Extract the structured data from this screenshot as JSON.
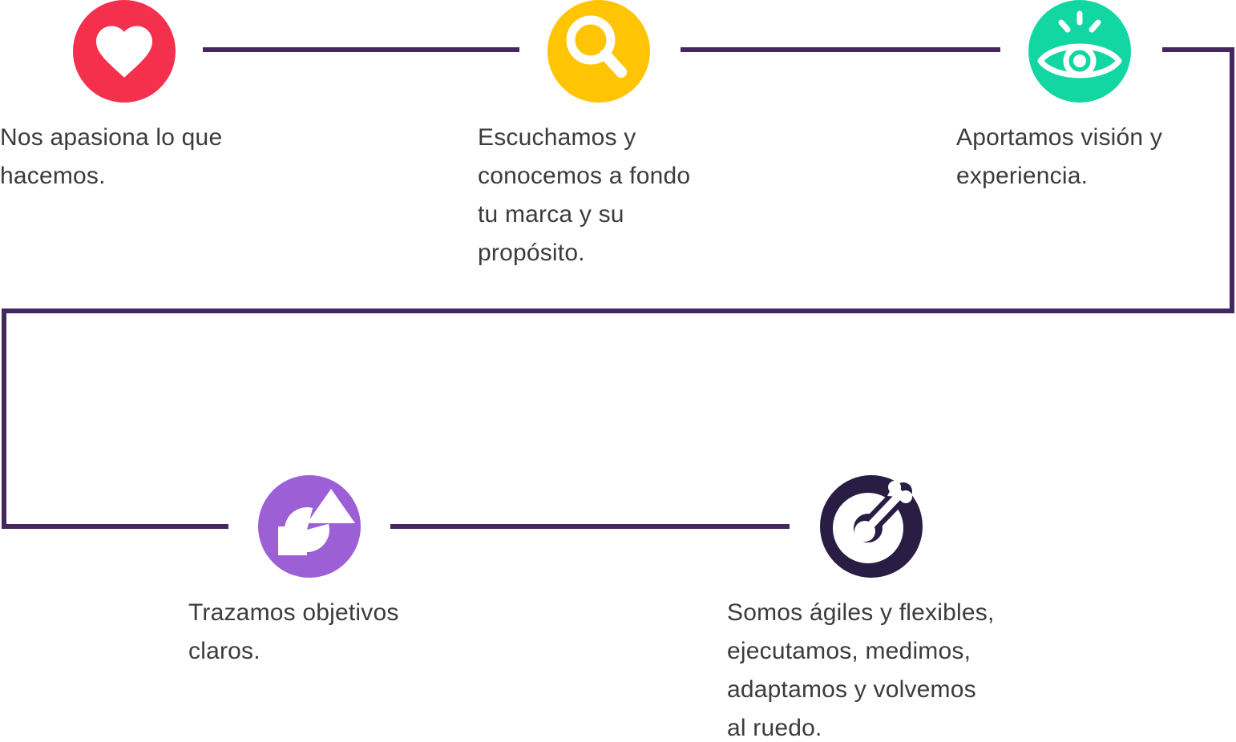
{
  "colors": {
    "background": "#ffffff",
    "connector": "#442760",
    "text": "#3b3b40"
  },
  "steps": [
    {
      "name": "passion",
      "icon": "heart-icon",
      "circle_color": "#f5304c",
      "text": "Nos apasiona lo que\nhacemos."
    },
    {
      "name": "discovery",
      "icon": "magnifier-icon",
      "circle_color": "#ffc403",
      "text": "Escuchamos y\nconocemos a fondo\ntu marca y su\npropósito."
    },
    {
      "name": "vision",
      "icon": "eye-icon",
      "circle_color": "#13d7a3",
      "text": "Aportamos visión y\nexperiencia."
    },
    {
      "name": "objectives",
      "icon": "shapes-icon",
      "circle_color": "#9d5fd6",
      "text": "Trazamos objetivos\nclaros."
    },
    {
      "name": "execution",
      "icon": "target-dart-icon",
      "circle_color": "#2a1d44",
      "text": "Somos ágiles y flexibles,\nejecutamos, medimos,\nadaptamos y volvemos\nal ruedo."
    }
  ]
}
